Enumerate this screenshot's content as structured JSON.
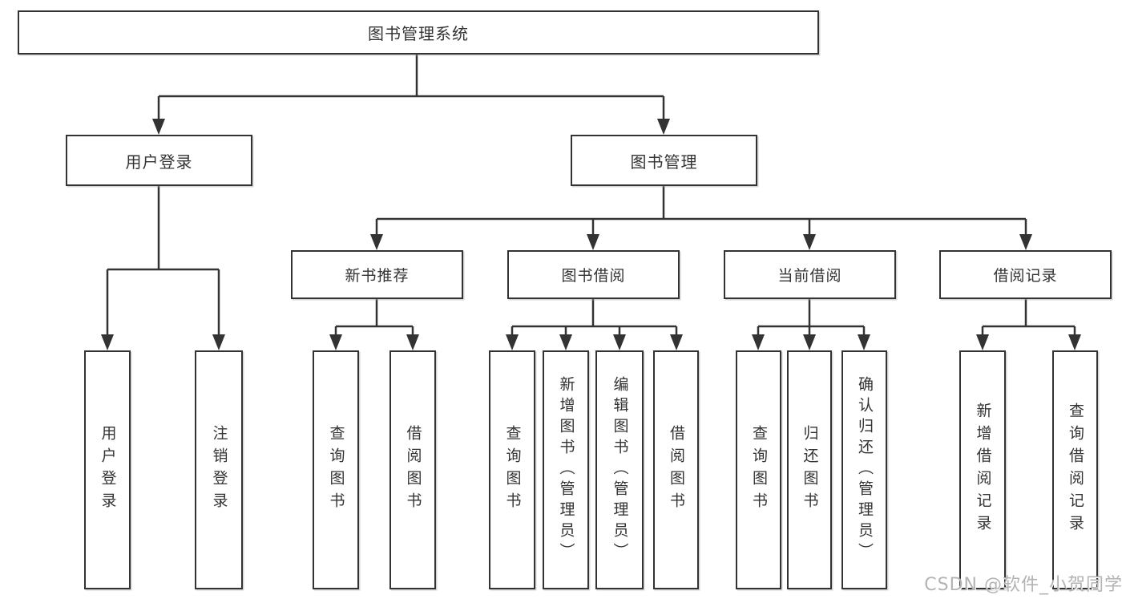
{
  "tree": {
    "label": "图书管理系统",
    "children": [
      {
        "label": "用户登录",
        "children": [
          {
            "label": "用户登录"
          },
          {
            "label": "注销登录"
          }
        ]
      },
      {
        "label": "图书管理",
        "children": [
          {
            "label": "新书推荐",
            "children": [
              {
                "label": "查询图书"
              },
              {
                "label": "借阅图书"
              }
            ]
          },
          {
            "label": "图书借阅",
            "children": [
              {
                "label": "查询图书"
              },
              {
                "label": "新增图书（管理员）"
              },
              {
                "label": "编辑图书（管理员）"
              },
              {
                "label": "借阅图书"
              }
            ]
          },
          {
            "label": "当前借阅",
            "children": [
              {
                "label": "查询图书"
              },
              {
                "label": "归还图书"
              },
              {
                "label": "确认归还（管理员）"
              }
            ]
          },
          {
            "label": "借阅记录",
            "children": [
              {
                "label": "新增借阅记录"
              },
              {
                "label": "查询借阅记录"
              }
            ]
          }
        ]
      }
    ]
  },
  "line_color": "#333333",
  "watermark": "CSDN @软件_小贺同学"
}
